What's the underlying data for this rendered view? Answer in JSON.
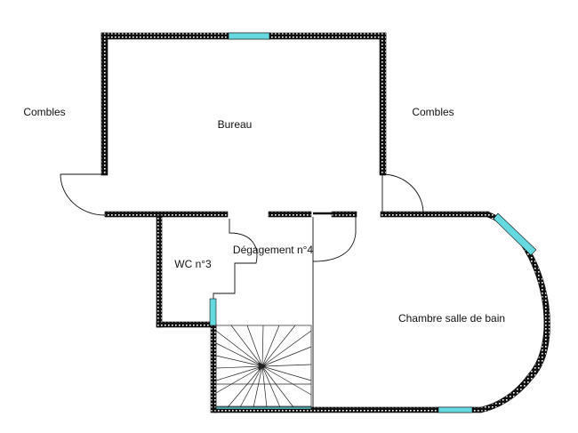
{
  "rooms": {
    "combles_left": "Combles",
    "bureau": "Bureau",
    "combles_right": "Combles",
    "wc": "WC n°3",
    "degagement": "Dégagement n°4",
    "chambre": "Chambre salle de bain"
  },
  "colors": {
    "wall_fill": "#111111",
    "wall_pattern": "#ffffff",
    "window": "#66d9e0",
    "line": "#111111",
    "background": "#ffffff"
  }
}
